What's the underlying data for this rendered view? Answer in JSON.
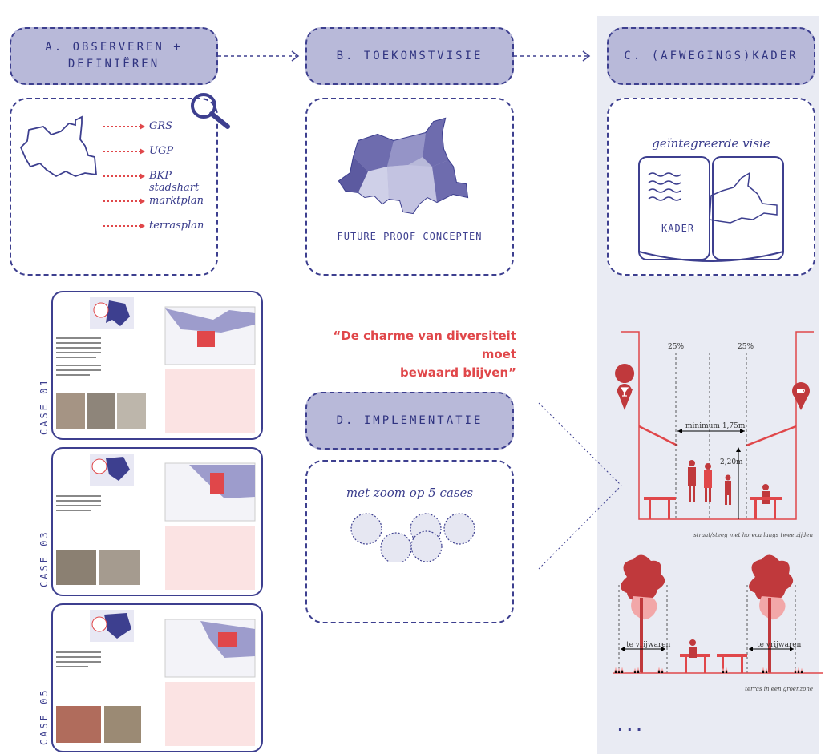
{
  "columns": {
    "a": {
      "title_line1": "A. OBSERVEREN +",
      "title_line2": "DEFINIËREN"
    },
    "b": {
      "title": "B. TOEKOMSTVISIE",
      "caption": "FUTURE PROOF CONCEPTEN"
    },
    "c": {
      "title": "C. (AFWEGINGS)KADER",
      "book_title": "geïntegreerde visie",
      "book_label": "KADER"
    },
    "d": {
      "title": "D. IMPLEMENTATIE",
      "caption": "met zoom op 5 cases"
    }
  },
  "sources": [
    "GRS",
    "UGP",
    "BKP stadshart",
    "marktplan",
    "terrasplan"
  ],
  "quote": {
    "line1": "“De charme van diversiteit moet",
    "line2": "bewaard blijven”"
  },
  "cases": [
    {
      "label": "CASE 01"
    },
    {
      "label": "CASE 03"
    },
    {
      "label": "CASE 05"
    }
  ],
  "street_section": {
    "pct_left": "25%",
    "pct_right": "25%",
    "min_width": "minimum 1,75m",
    "height": "2,20m",
    "caption": "straat/steeg met horeca langs twee zijden"
  },
  "green_section": {
    "free_left": "te vrijwaren",
    "free_right": "te vrijwaren",
    "caption": "terras in een groenzone"
  },
  "more": "...",
  "colors": {
    "accent_red": "#e0474a",
    "navy": "#3d3f8f",
    "lavender": "#b8b9d9",
    "panel_bg": "#e9ebf3",
    "map_purple": "#6e6cae"
  }
}
